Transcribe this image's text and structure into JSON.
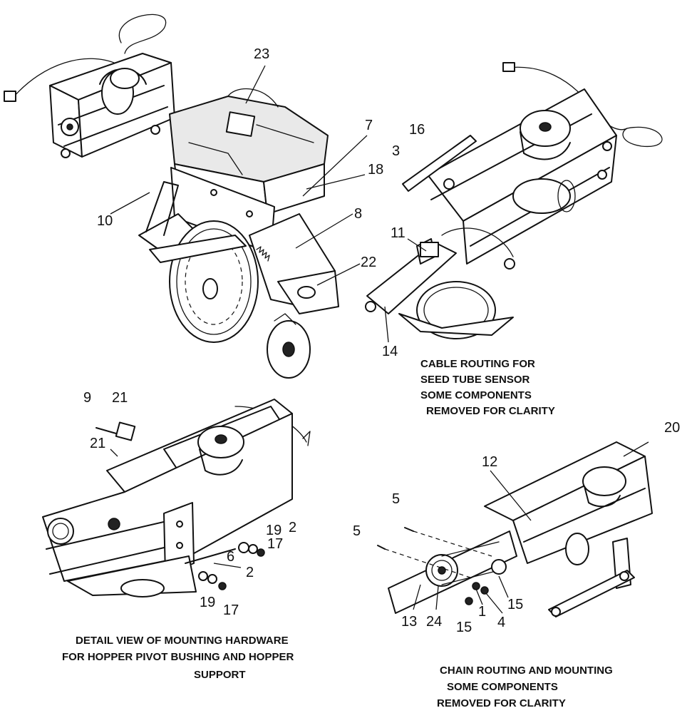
{
  "callouts": {
    "top_left": [
      "23",
      "7",
      "18",
      "10",
      "8",
      "22"
    ],
    "top_right": [
      "16",
      "3",
      "11",
      "14"
    ],
    "bottom_left": [
      "9",
      "21",
      "21",
      "19",
      "2",
      "17",
      "6",
      "2",
      "19",
      "17"
    ],
    "bottom_right": [
      "20",
      "12",
      "5",
      "5",
      "13",
      "24",
      "15",
      "1",
      "4",
      "15"
    ]
  },
  "captions": {
    "cable_routing": [
      "CABLE ROUTING FOR",
      "SEED TUBE SENSOR",
      "SOME COMPONENTS",
      "REMOVED FOR CLARITY"
    ],
    "mounting_hardware": [
      "DETAIL VIEW OF MOUNTING HARDWARE",
      "FOR HOPPER PIVOT BUSHING AND HOPPER",
      "SUPPORT"
    ],
    "chain_routing": [
      "CHAIN ROUTING AND MOUNTING",
      "SOME COMPONENTS",
      "REMOVED FOR CLARITY"
    ]
  }
}
